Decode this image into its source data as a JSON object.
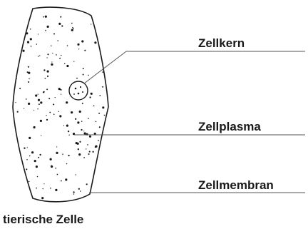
{
  "labels": {
    "nucleus": "Zellkern",
    "cytoplasm": "Zellplasma",
    "membrane": "Zellmembran"
  },
  "caption": "tierische Zelle",
  "colors": {
    "ink": "#1a1a1a",
    "leader": "#555555",
    "background": "#ffffff"
  }
}
